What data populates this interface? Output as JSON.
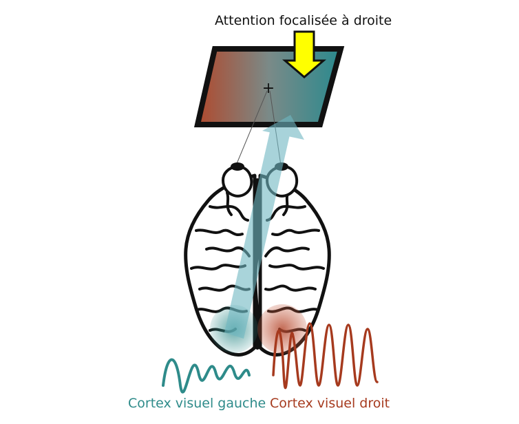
{
  "labels": {
    "attention": "Attention focalisée à droite",
    "left_cortex": "Cortex visuel gauche",
    "right_cortex": "Cortex visuel droit",
    "fixation": "+"
  },
  "colors": {
    "teal": "#2e8b8a",
    "red": "#a63a1e",
    "arrow_yellow": "#ffff00",
    "beam": "#6fb7c2",
    "outline": "#111111"
  },
  "icons": [
    "brain-icon",
    "eye-icon",
    "arrow-down-icon",
    "wave-icon"
  ]
}
